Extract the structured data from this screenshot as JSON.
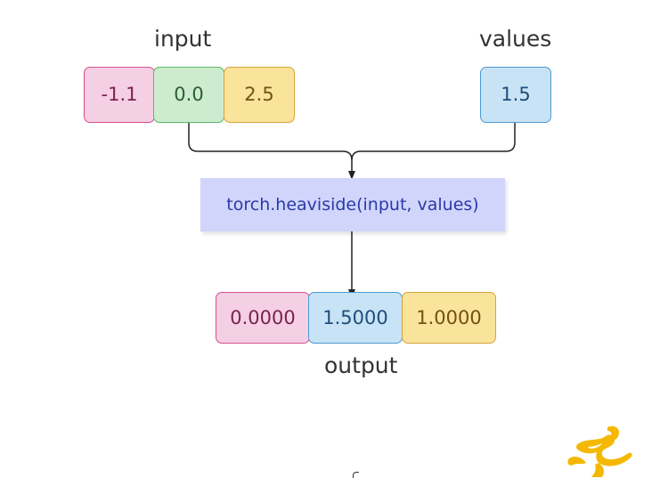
{
  "labels": {
    "input": "input",
    "values": "values",
    "output": "output"
  },
  "input": {
    "cells": [
      "-1.1",
      "0.0",
      "2.5"
    ]
  },
  "values": {
    "cells": [
      "1.5"
    ]
  },
  "function": {
    "text": "torch.heaviside(input, values)"
  },
  "output": {
    "cells": [
      "0.0000",
      "1.5000",
      "1.0000"
    ]
  },
  "colors": {
    "pink": "#f5cfe4",
    "green": "#cdeccf",
    "yellow": "#fae49b",
    "blue": "#c8e3f6",
    "function_box": "#d1d5fb",
    "logo": "#f5b800"
  },
  "icons": {
    "logo": "dancing-figure-logo-icon"
  }
}
